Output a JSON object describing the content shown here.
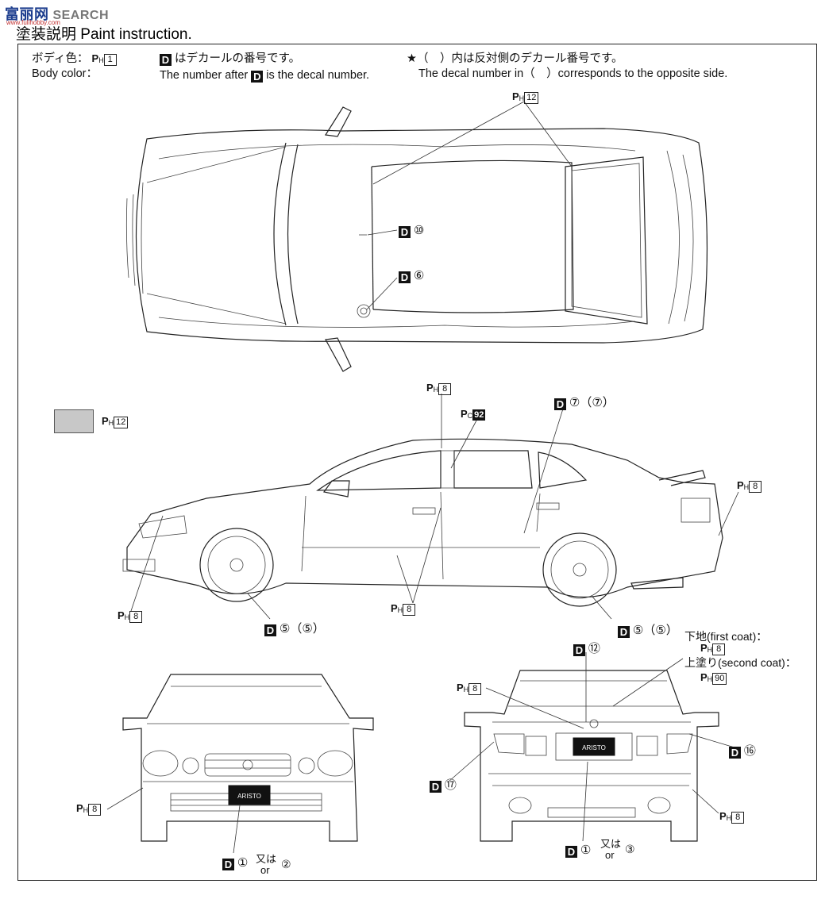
{
  "header": {
    "logo_cn": "富丽网",
    "logo_text": "SEARCH",
    "logo_sub": "www.fulihobby.com",
    "title": "塗装説明 Paint instruction."
  },
  "legend": {
    "body_color_jp": "ボディ色：",
    "body_color_en": "Body color：",
    "body_color_code": "1",
    "decal_jp": "はデカールの番号です。",
    "decal_en_pre": "The number after",
    "decal_en_post": "is the decal number.",
    "star_jp": "★（　）内は反対側のデカール番号です。",
    "star_en": "The decal number in（　）corresponds to the opposite side."
  },
  "callouts": {
    "ph": "P",
    "ph_sub": "H",
    "pc_sub": "C",
    "d": "D",
    "top_roof": "12",
    "top_d10": "⑩",
    "top_d6": "⑥",
    "swatch_code": "12",
    "side_pillar": "8",
    "side_pc": "92",
    "side_d7": "⑦（⑦）",
    "side_rear": "8",
    "side_front": "8",
    "side_sill": "8",
    "side_d5a": "⑤（⑤）",
    "side_d5b": "⑤（⑤）",
    "rear_d12": "⑫",
    "first_coat": "下地(first coat)：",
    "first_coat_code": "8",
    "second_coat": "上塗り(second coat)：",
    "second_coat_code": "90",
    "rear_ph_left": "8",
    "rear_d16": "⑯",
    "rear_d17": "⑰",
    "rear_ph_right": "8",
    "front_ph": "8",
    "front_d_a": "①",
    "front_mata": "又は",
    "front_or": "or",
    "front_d_b": "②",
    "rear_d_a": "①",
    "rear_mata": "又は",
    "rear_or": "or",
    "rear_d_b": "③",
    "plate": "ARISTO"
  }
}
